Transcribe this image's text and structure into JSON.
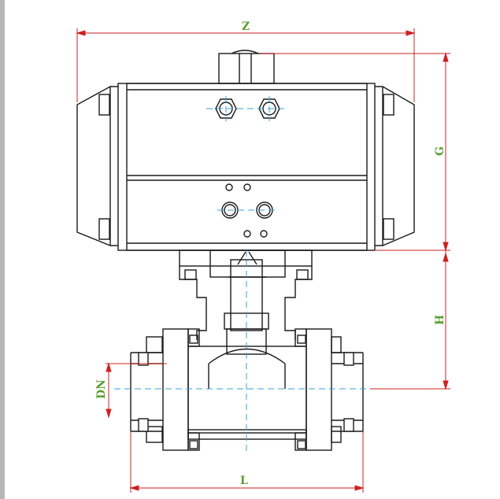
{
  "drawing": {
    "dimension_labels": {
      "z": "Z",
      "g": "G",
      "h": "H",
      "dn": "DN",
      "l": "L"
    },
    "colors": {
      "line": "#1a1a1a",
      "dimension": "#cc2222",
      "label": "#5a9e2e",
      "centerline": "#3aa0d8",
      "page_edge": "#b7b7b7"
    }
  }
}
